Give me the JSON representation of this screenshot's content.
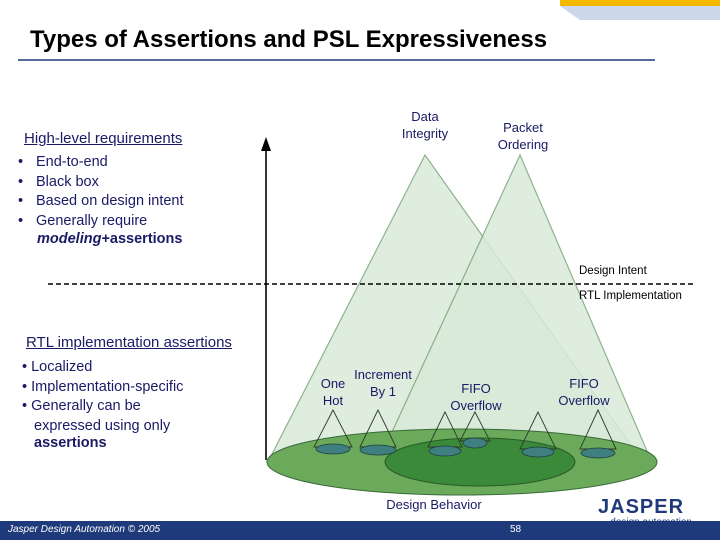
{
  "slide": {
    "title": "Types of Assertions and PSL Expressiveness"
  },
  "high_level": {
    "heading": "High-level requirements",
    "items": [
      "End-to-end",
      "Black box",
      "Based on design intent",
      "Generally require"
    ],
    "last_line_italic": "modeling",
    "last_line_rest": "+assertions"
  },
  "rtl": {
    "heading": "RTL implementation assertions",
    "items": [
      "Localized",
      "Implementation-specific",
      "Generally can be",
      "expressed using only"
    ],
    "last_line": "assertions"
  },
  "diagram": {
    "data_integrity": "Data\nIntegrity",
    "packet_ordering": "Packet\nOrdering",
    "design_intent": "Design Intent",
    "rtl_implementation": "RTL Implementation",
    "one_hot": "One\nHot",
    "increment_by_1": "Increment\nBy 1",
    "fifo_overflow_1": "FIFO\nOverflow",
    "fifo_overflow_2": "FIFO\nOverflow",
    "design_behavior": "Design Behavior",
    "colors": {
      "triangle_fill": "#d9ead9",
      "ellipse_outer": "#6aaa5a",
      "ellipse_inner": "#3a8a3a",
      "node_fill": "#3f7f7f",
      "dashed_line": "#000000",
      "accent_yellow": "#f5b800",
      "accent_blue": "#1f3a7a"
    }
  },
  "footer": {
    "company": "Jasper Design Automation © 2005",
    "page": "58"
  },
  "logo": {
    "main": "JASPER",
    "sub": "design automation"
  }
}
